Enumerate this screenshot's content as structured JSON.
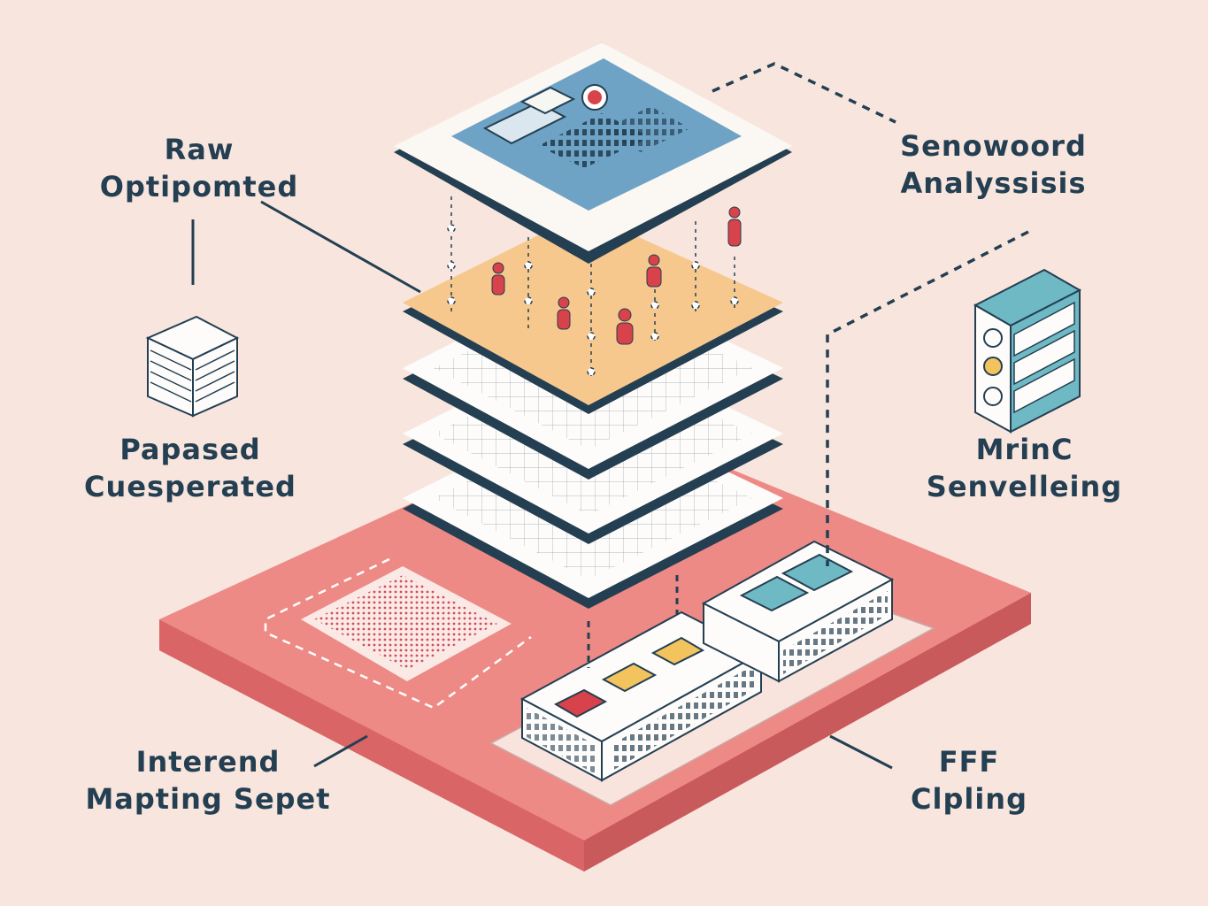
{
  "labels": {
    "raw": {
      "line1": "Raw",
      "line2": "Optipomted"
    },
    "analysis": {
      "line1": "Senowoord",
      "line2": "Analyssisis"
    },
    "papased": {
      "line1": "Papased",
      "line2": "Cuesperated"
    },
    "mrinc": {
      "line1": "MrinC",
      "line2": "Senvelleing"
    },
    "interend": {
      "line1": "Interend",
      "line2": "Mapting Sepet"
    },
    "fff": {
      "line1": "FFF",
      "line2": "Clpling"
    }
  },
  "colors": {
    "background": "#f8e6de",
    "base_platform": "#ee8a86",
    "navy": "#243f52",
    "orange_layer": "#f6c88e",
    "blue_panel": "#6fa3c6",
    "teal": "#6fb9c4",
    "red_marker": "#d8424a",
    "yellow_tile": "#f3c35e"
  }
}
